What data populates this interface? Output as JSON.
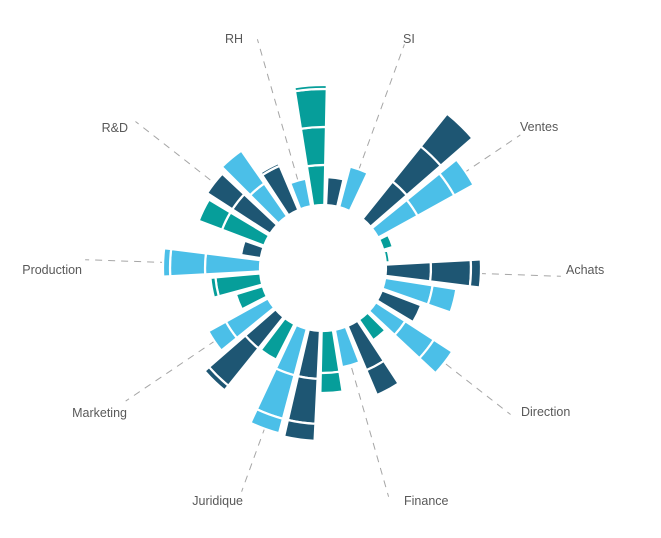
{
  "chart_data": {
    "type": "radial-stacked-bar",
    "title": "",
    "categories": [
      "Achats",
      "Direction",
      "Finance",
      "Juridique",
      "Marketing",
      "Production",
      "R&D",
      "RH",
      "SI",
      "Ventes"
    ],
    "colors": {
      "dark": "#1e5673",
      "light": "#4bbfe8",
      "teal": "#069e9a",
      "leader": "#a6a6a6",
      "label": "#595959"
    },
    "groups_per_category": 3,
    "segments": [
      [
        [
          [
            "light",
            48
          ],
          [
            "light",
            24
          ]
        ],
        [
          [
            "dark",
            45
          ],
          [
            "dark",
            40
          ],
          [
            "dark",
            10
          ]
        ],
        [
          [
            "teal",
            4
          ]
        ]
      ],
      [
        [
          [
            "teal",
            25
          ]
        ],
        [
          [
            "light",
            35
          ],
          [
            "light",
            34
          ],
          [
            "light",
            22
          ]
        ],
        [
          [
            "dark",
            42
          ]
        ]
      ],
      [
        [
          [
            "teal",
            42
          ],
          [
            "teal",
            20
          ]
        ],
        [
          [
            "light",
            38
          ]
        ],
        [
          [
            "dark",
            48
          ],
          [
            "dark",
            27
          ]
        ]
      ],
      [
        [
          [
            "teal",
            40
          ]
        ],
        [
          [
            "light",
            48
          ],
          [
            "light",
            45
          ],
          [
            "light",
            15
          ]
        ],
        [
          [
            "dark",
            48
          ],
          [
            "dark",
            45
          ],
          [
            "dark",
            17
          ]
        ]
      ],
      [
        [
          [
            "teal",
            28
          ]
        ],
        [
          [
            "light",
            48
          ],
          [
            "light",
            20
          ]
        ],
        [
          [
            "dark",
            40
          ],
          [
            "dark",
            48
          ],
          [
            "dark",
            6
          ]
        ]
      ],
      [
        [
          [
            "dark",
            20
          ]
        ],
        [
          [
            "light",
            55
          ],
          [
            "light",
            35
          ],
          [
            "light",
            7
          ]
        ],
        [
          [
            "teal",
            45
          ],
          [
            "teal",
            5
          ]
        ]
      ],
      [
        [
          [
            "light",
            40
          ],
          [
            "light",
            40
          ]
        ],
        [
          [
            "dark",
            45
          ],
          [
            "dark",
            30
          ]
        ],
        [
          [
            "teal",
            45
          ],
          [
            "teal",
            25
          ]
        ]
      ],
      [
        [
          [
            "teal",
            40
          ],
          [
            "teal",
            38
          ],
          [
            "teal",
            38
          ],
          [
            "teal",
            4
          ]
        ],
        [
          [
            "light",
            28
          ]
        ],
        [
          [
            "dark",
            48
          ],
          [
            "dark",
            3
          ]
        ]
      ],
      [
        [
          [
            "teal",
            0
          ]
        ],
        [
          [
            "light",
            42
          ]
        ],
        [
          [
            "dark",
            28
          ]
        ]
      ],
      [
        [
          [
            "teal",
            10
          ]
        ],
        [
          [
            "light",
            45
          ],
          [
            "light",
            42
          ],
          [
            "light",
            22
          ]
        ],
        [
          [
            "dark",
            48
          ],
          [
            "dark",
            45
          ],
          [
            "dark",
            42
          ]
        ]
      ]
    ]
  }
}
